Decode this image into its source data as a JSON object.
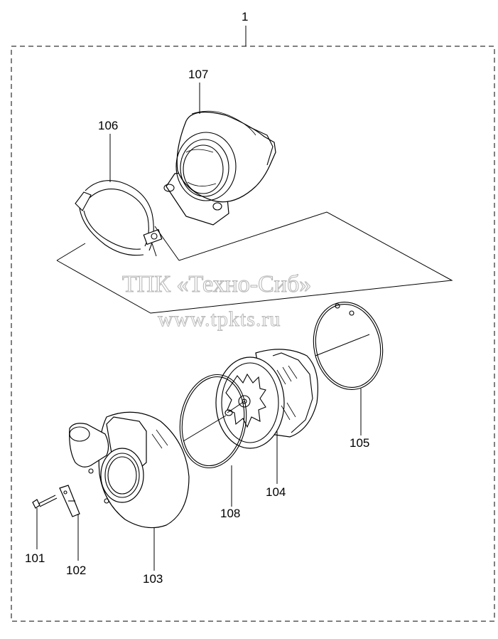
{
  "assembly_label": "1",
  "parts": [
    {
      "id": "101"
    },
    {
      "id": "102"
    },
    {
      "id": "103"
    },
    {
      "id": "104"
    },
    {
      "id": "105"
    },
    {
      "id": "106"
    },
    {
      "id": "107"
    },
    {
      "id": "108"
    }
  ],
  "watermark": {
    "title": "ТПК «Техно-Сиб»",
    "url": "www.tpkts.ru"
  }
}
